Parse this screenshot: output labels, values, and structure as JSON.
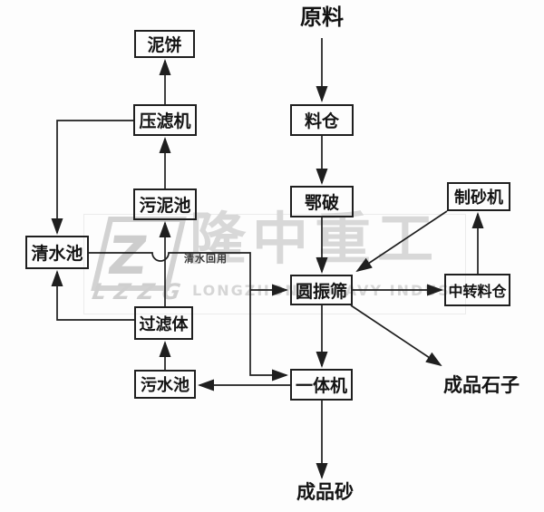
{
  "diagram": {
    "nodes": {
      "mud_cake": "泥饼",
      "filter_press": "压滤机",
      "sludge_pool": "污泥池",
      "clear_water_pool": "清水池",
      "filter_body": "过滤体",
      "waste_water_pool": "污水池",
      "material_silo": "料仓",
      "jaw_crusher": "鄂破",
      "vibrating_screen": "圆振筛",
      "integrated_machine": "一体机",
      "sand_maker": "制砂机",
      "transfer_silo": "中转料仓"
    },
    "free_labels": {
      "raw_material": "原料",
      "finished_stone": "成品石子",
      "finished_sand": "成品砂",
      "water_reuse": "清水回用"
    },
    "edges": [
      {
        "from": "raw_material",
        "to": "material_silo"
      },
      {
        "from": "material_silo",
        "to": "jaw_crusher"
      },
      {
        "from": "jaw_crusher",
        "to": "vibrating_screen"
      },
      {
        "from": "vibrating_screen",
        "to": "integrated_machine"
      },
      {
        "from": "integrated_machine",
        "to": "finished_sand"
      },
      {
        "from": "vibrating_screen",
        "to": "transfer_silo"
      },
      {
        "from": "transfer_silo",
        "to": "sand_maker"
      },
      {
        "from": "sand_maker",
        "to": "vibrating_screen"
      },
      {
        "from": "vibrating_screen",
        "to": "finished_stone"
      },
      {
        "from": "integrated_machine",
        "to": "waste_water_pool"
      },
      {
        "from": "waste_water_pool",
        "to": "filter_body"
      },
      {
        "from": "filter_body",
        "to": "sludge_pool"
      },
      {
        "from": "sludge_pool",
        "to": "filter_press"
      },
      {
        "from": "filter_press",
        "to": "mud_cake"
      },
      {
        "from": "filter_press",
        "to": "clear_water_pool"
      },
      {
        "from": "filter_body",
        "to": "clear_water_pool"
      },
      {
        "from": "clear_water_pool",
        "to": "vibrating_screen",
        "label": "清水回用"
      },
      {
        "from": "clear_water_pool",
        "to": "integrated_machine",
        "label": "清水回用"
      }
    ]
  },
  "watermark": {
    "logo_letter": "Z",
    "logo_text": "LZZG",
    "brand_cn": "隆中重工",
    "brand_en": "LONGZHONG HEAVY INDUSTRY"
  },
  "colors": {
    "line": "#1f1f1f",
    "box_border": "#1f1f1f",
    "text": "#141414",
    "watermark_gray": "#d6d6d6",
    "background": "#fdfdfd"
  }
}
